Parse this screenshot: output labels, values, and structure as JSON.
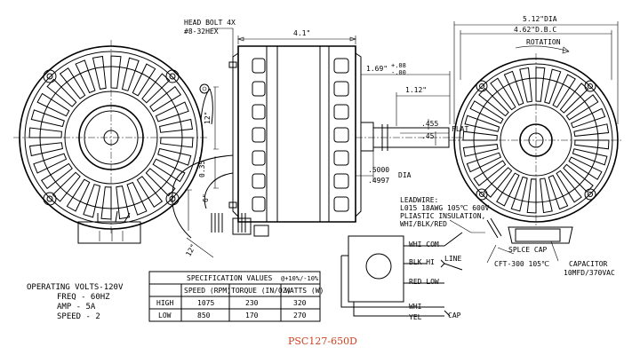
{
  "model_number": "PSC127-650D",
  "side_view": {
    "head_bolt_label": "HEAD BOLT 4X",
    "head_bolt_spec": "#8-32HEX",
    "length_dim": "4.1\"",
    "shaft_length_dim": "1.69\"",
    "shaft_length_tol_plus": "+.08",
    "shaft_length_tol_minus": "-.00",
    "flat_length_dim": "1.12\"",
    "flat_label": "FLAT",
    "flat_dim_upper": ".455",
    "flat_dim_lower": ".45",
    "shaft_dia_upper": ".5000",
    "shaft_dia_lower": ".4997",
    "shaft_dia_label": "DIA",
    "lead_len_12": "12\"",
    "lead_len_6": "6\"",
    "lead_len_035": "0.35\"",
    "lead_len_12b": "12\""
  },
  "front_view": {
    "overall_dia": "5.12\"DIA",
    "bolt_circle": "4.62\"D.B.C",
    "rotation_label": "ROTATION",
    "leadwire_lines": [
      "LEADWIRE:",
      "L015 18AWG 105℃ 600V",
      "PLIASTIC INSULATION,",
      "WHI/BLK/RED"
    ],
    "splice_cap": "SPLCE CAP",
    "cft_label": "CFT-300 105℃",
    "capacitor_label": "CAPACITOR",
    "capacitor_spec": "10MFD/370VAC"
  },
  "wiring": {
    "whi_com": "WHI COM",
    "blk_hi": "BLK  HI",
    "line": "LINE",
    "red_low": "RED LOW",
    "whi": "WHI",
    "yel": "YEL",
    "cap": "CAP"
  },
  "operating": {
    "volts": "OPERATING VOLTS-120V",
    "freq": "FREQ - 60HZ",
    "amp": "AMP - 5A",
    "speed": "SPEED - 2"
  },
  "spec_table": {
    "title": "SPECIFICATION VALUES",
    "tolerance": "@+10%/-10%",
    "headers": [
      "",
      "SPEED (RPM)",
      "TORQUE (IN/OZ)",
      "WATTS (W)"
    ],
    "rows": [
      [
        "HIGH",
        "1075",
        "230",
        "320"
      ],
      [
        "LOW",
        "850",
        "170",
        "270"
      ]
    ]
  }
}
